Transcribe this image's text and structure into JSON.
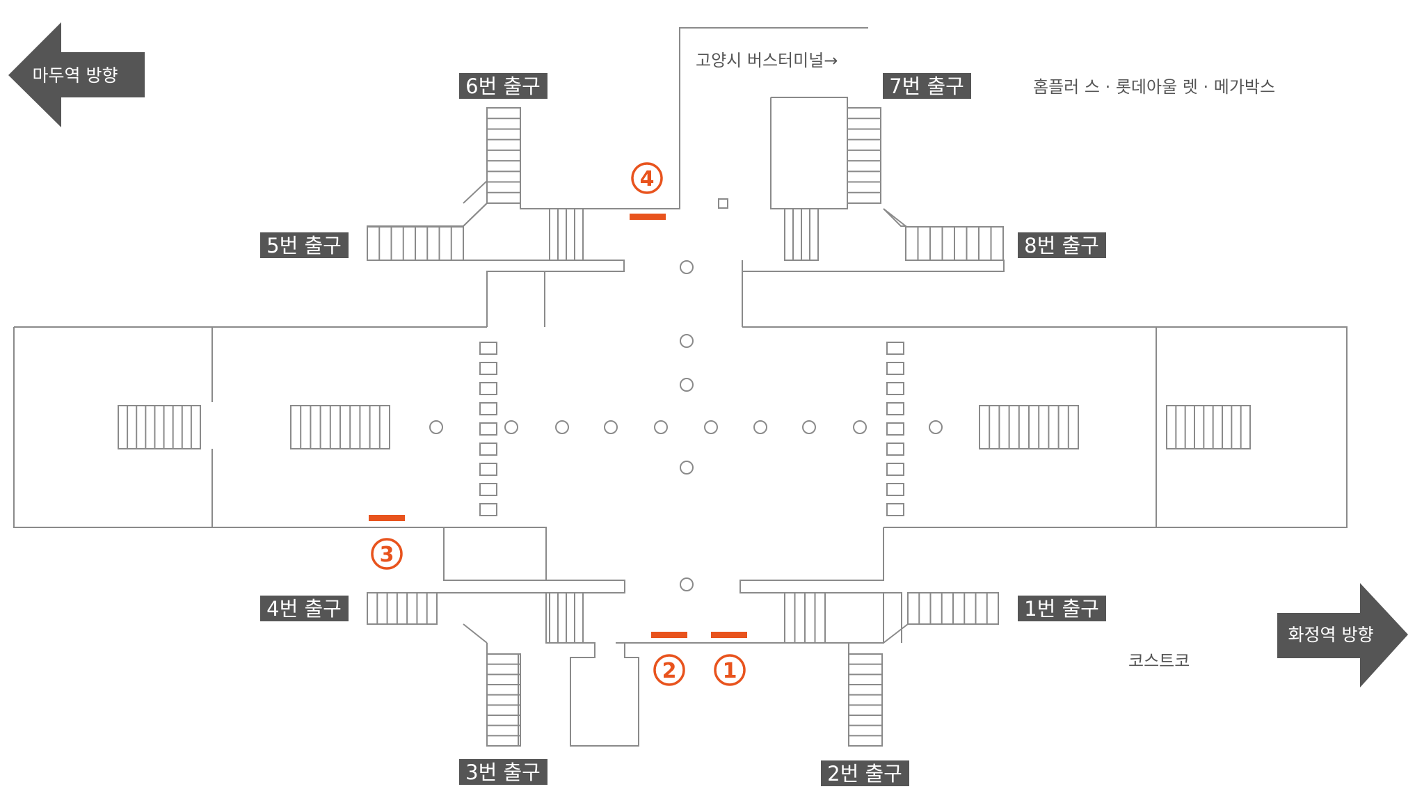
{
  "direction_arrows": {
    "west": "마두역 방향",
    "east": "화정역 방향"
  },
  "exits": {
    "exit1": "1번 출구",
    "exit2": "2번 출구",
    "exit3": "3번 출구",
    "exit4": "4번 출구",
    "exit5": "5번 출구",
    "exit6": "6번 출구",
    "exit7": "7번 출구",
    "exit8": "8번 출구"
  },
  "places": {
    "bus_terminal": "고양시 버스터미널→",
    "mall": "홈플러 스 · 롯데아울 렛 · 메가박스",
    "costco": "코스트코"
  },
  "markers": {
    "m1": "1",
    "m2": "2",
    "m3": "3",
    "m4": "4"
  },
  "colors": {
    "marker": "#e8531d",
    "label_background": "#555555",
    "plan_lines": "#8a8a8a"
  }
}
